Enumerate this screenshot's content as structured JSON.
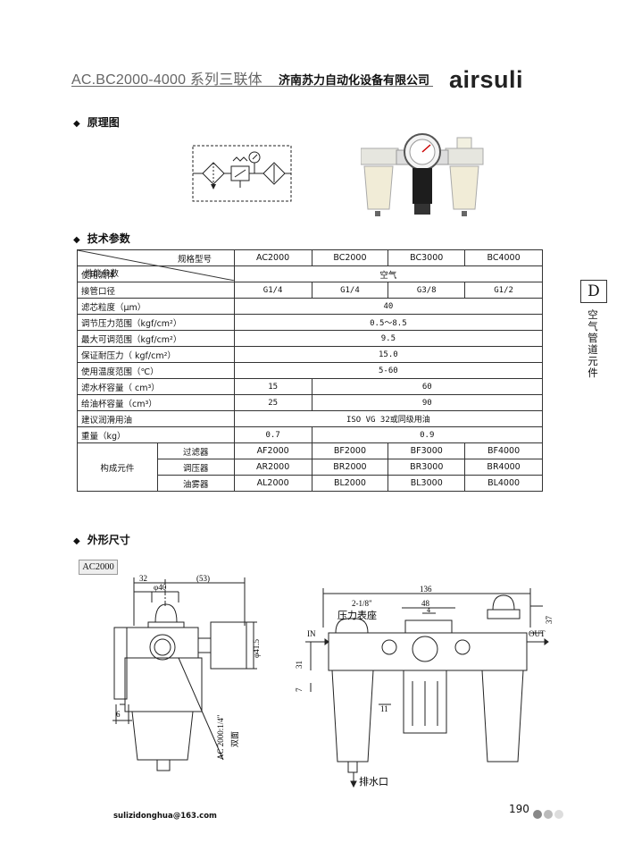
{
  "header": {
    "series": "AC.BC2000-4000 系列三联体",
    "company": "济南苏力自动化设备有限公司",
    "brand": "airsuli"
  },
  "sections": {
    "principle": "原理图",
    "specs": "技术参数",
    "dimensions": "外形尺寸"
  },
  "side_tab": {
    "letter": "D",
    "text": "空气管道元件"
  },
  "spec_table": {
    "header_top": "规格型号",
    "header_bottom": "性能参数",
    "models": [
      "AC2000",
      "BC2000",
      "BC3000",
      "BC4000"
    ],
    "rows": {
      "fluid_label": "使用流体",
      "fluid_value": "空气",
      "port_label": "接管口径",
      "port_values": [
        "G1/4",
        "G1/4",
        "G3/8",
        "G1/2"
      ],
      "filter_label": "滤芯粒度（μm）",
      "filter_value": "40",
      "reg_label": "调节压力范围（kgf/cm²）",
      "reg_value": "0.5～8.5",
      "max_label": "最大可调范围（kgf/cm²）",
      "max_value": "9.5",
      "proof_label": "保证耐压力（ kgf/cm²）",
      "proof_value": "15.0",
      "temp_label": "使用温度范围（℃）",
      "temp_value": "5-60",
      "bowl_label": "滤水杯容量（ cm³）",
      "bowl_values": [
        "15",
        "60"
      ],
      "oil_label": "给油杯容量（cm³）",
      "oil_values": [
        "25",
        "90"
      ],
      "lub_label": "建议润滑用油",
      "lub_value": "ISO VG 32或同级用油",
      "weight_label": "重量（kg）",
      "weight_values": [
        "0.7",
        "0.9"
      ],
      "comp_label": "构成元件",
      "components": [
        {
          "name": "过滤器",
          "models": [
            "AF2000",
            "BF2000",
            "BF3000",
            "BF4000"
          ]
        },
        {
          "name": "调压器",
          "models": [
            "AR2000",
            "BR2000",
            "BR3000",
            "BR4000"
          ]
        },
        {
          "name": "油雾器",
          "models": [
            "AL2000",
            "BL2000",
            "BL3000",
            "BL4000"
          ]
        }
      ]
    }
  },
  "dimension_drawing": {
    "model": "AC2000",
    "dims_left": {
      "d1": "32",
      "d2": "(53)",
      "d3": "φ40",
      "d4": "φ41.5",
      "d5": "6",
      "d6": "AC 2000:1/4\"",
      "d7": "双面"
    },
    "dims_right": {
      "d1": "136",
      "d2": "2-1/8\"",
      "d3": "压力表座",
      "d4": "48",
      "d5": "4",
      "d6": "37",
      "d7": "IN",
      "d8": "OUT",
      "d9": "31",
      "d10": "7",
      "d11": "11",
      "d12": "排水口"
    }
  },
  "footer": {
    "email": "sulizidonghua@163.com",
    "page": "190"
  },
  "colors": {
    "dot1": "#888888",
    "dot2": "#bbbbbb",
    "dot3": "#dddddd"
  }
}
